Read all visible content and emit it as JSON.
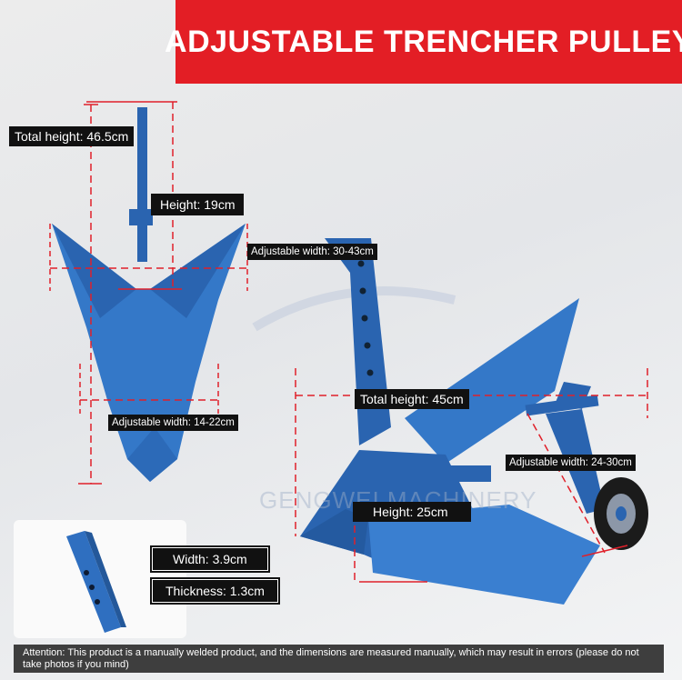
{
  "title": "ADJUSTABLE TRENCHER PULLEY",
  "watermark": "GENGWEI MACHINERY",
  "dimensions": {
    "total_height_left": "Total height: 46.5cm",
    "height_left": "Height: 19cm",
    "adjustable_width_wide": "Adjustable width: 30-43cm",
    "adjustable_width_narrow": "Adjustable width: 14-22cm",
    "total_height_right": "Total height: 45cm",
    "height_right": "Height: 25cm",
    "adjustable_width_wheel": "Adjustable width: 24-30cm",
    "width_bar": "Width: 3.9cm",
    "thickness_bar": "Thickness: 1.3cm"
  },
  "attention": "Attention: This product is a manually welded product, and the dimensions are measured manually, which may result in errors (please do not take photos if you mind)",
  "colors": {
    "accent_red": "#e31e25",
    "steel_blue": "#2f6fc0",
    "measure_red": "#e0202a",
    "label_bg": "#111111"
  }
}
